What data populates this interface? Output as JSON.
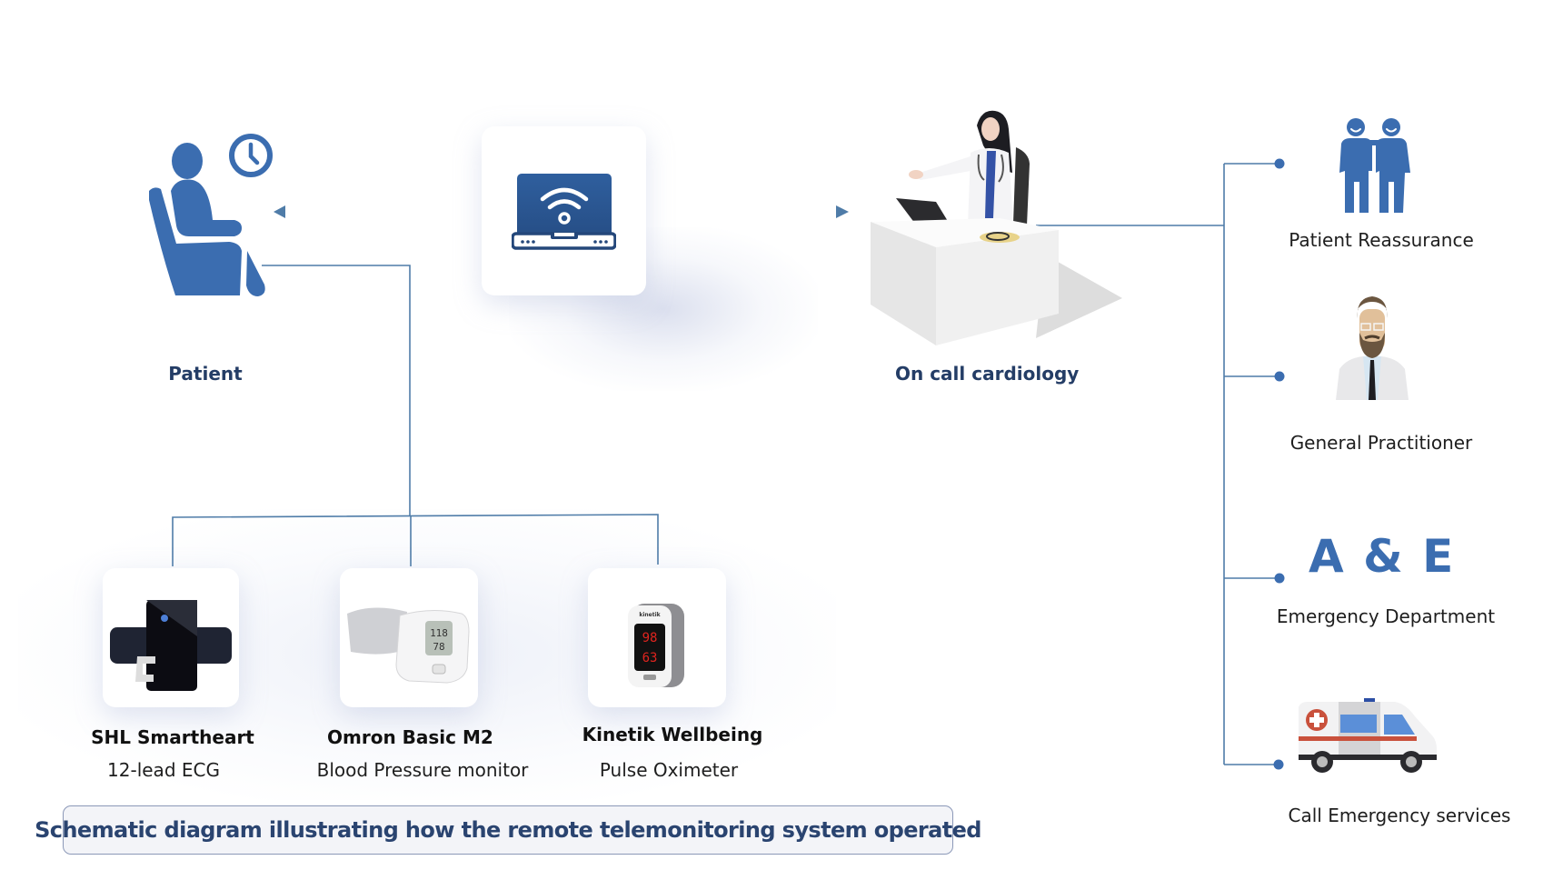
{
  "colors": {
    "primary_blue": "#3b6db0",
    "dark_navy": "#243d66",
    "connector": "#4f7ca8",
    "text_dark": "#1e1e1e"
  },
  "patient": {
    "label": "Patient",
    "icons": [
      "patient-seated-icon",
      "clock-icon"
    ]
  },
  "hub": {
    "icon": "laptop-wifi-icon"
  },
  "cardiology": {
    "label": "On call cardiology",
    "icon": "doctor-at-desk-icon"
  },
  "devices": [
    {
      "name": "SHL Smartheart",
      "type": "12-lead ECG",
      "icon": "ecg-device-icon"
    },
    {
      "name": "Omron Basic M2",
      "type": "Blood Pressure monitor",
      "icon": "blood-pressure-monitor-icon"
    },
    {
      "name": "Kinetik Wellbeing",
      "type": "Pulse Oximeter",
      "icon": "pulse-oximeter-icon"
    }
  ],
  "outcomes": [
    {
      "label": "Patient Reassurance",
      "icon": "two-people-icon"
    },
    {
      "label": "General Practitioner",
      "icon": "gp-doctor-icon"
    },
    {
      "label": "Emergency Department",
      "heading": "A & E"
    },
    {
      "label": "Call Emergency services",
      "icon": "ambulance-icon"
    }
  ],
  "oximeter_display": {
    "spo2": "98",
    "pulse": "63"
  },
  "bp_display": {
    "sys": "118",
    "dia": "78"
  },
  "caption": "Schematic diagram illustrating how the remote telemonitoring system operated"
}
